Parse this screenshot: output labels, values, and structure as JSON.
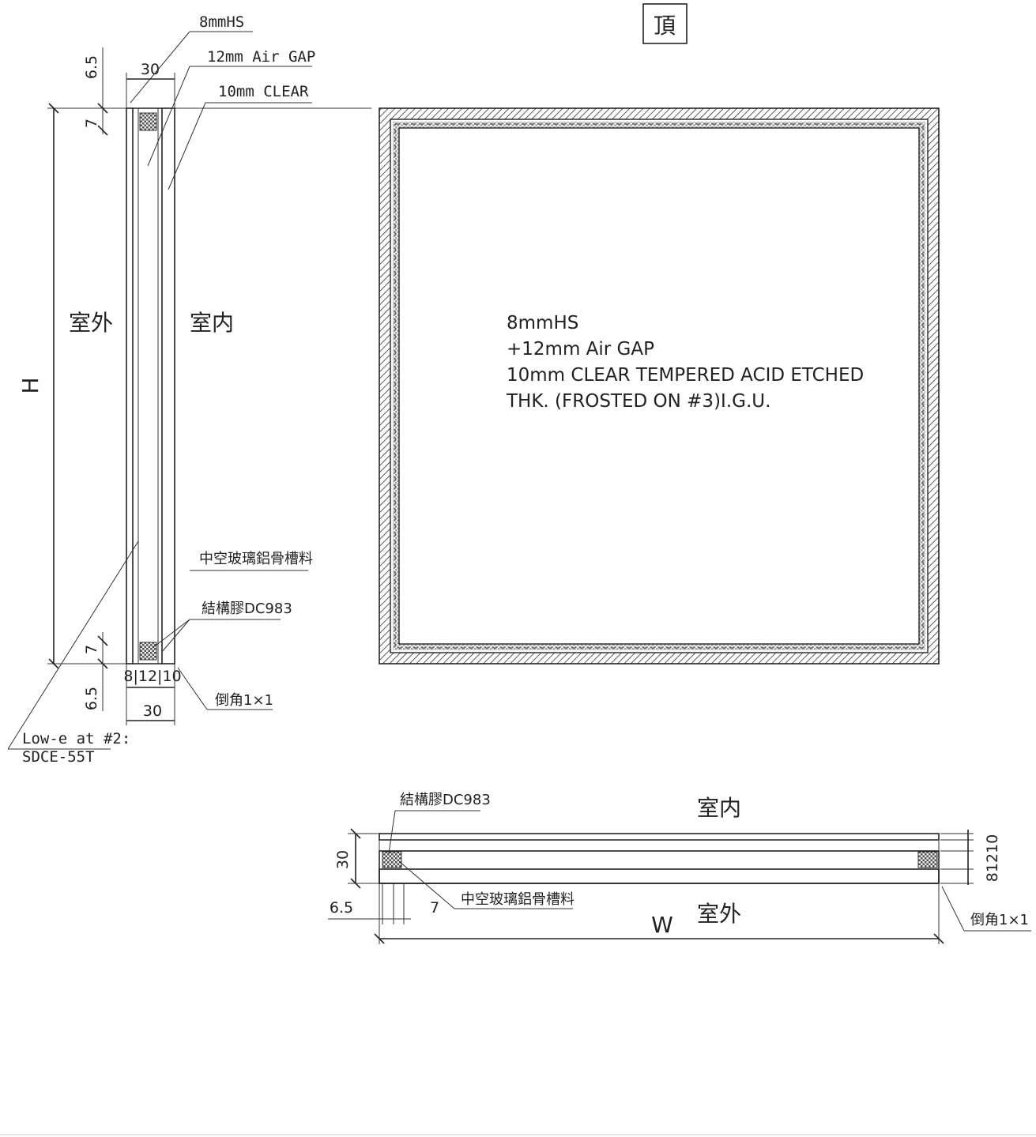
{
  "title_box": "頂",
  "side_section": {
    "label_8mmhs": "8mmHS",
    "label_airgap": "12mm Air GAP",
    "label_clear": "10mm CLEAR",
    "outside": "室外",
    "inside": "室内",
    "height": "H",
    "dim_top_65": "6.5",
    "dim_top_30": "30",
    "dim_top_7": "7",
    "dim_bot_7": "7",
    "dim_bot_65": "6.5",
    "dim_bot_30": "30",
    "dim_8_12_10": "8|12|10",
    "label_spacer": "中空玻璃鋁骨槽料",
    "label_sealant": "結構膠DC983",
    "label_chamfer": "倒角1×1",
    "lowe_line1": "Low-e at #2:",
    "lowe_line2": "SDCE-55T"
  },
  "elevation_note": {
    "line1": "8mmHS",
    "line2": "+12mm  Air  GAP",
    "line3": "10mm  CLEAR  TEMPERED  ACID  ETCHED",
    "line4": "THK.  (FROSTED  ON  #3)I.G.U."
  },
  "plan_section": {
    "label_sealant": "結構膠DC983",
    "inside": "室内",
    "outside": "室外",
    "width": "W",
    "dim_30": "30",
    "dim_65": "6.5",
    "dim_7": "7",
    "dim_81210": "81210",
    "label_spacer": "中空玻璃鋁骨槽料",
    "label_chamfer": "倒角1×1"
  }
}
